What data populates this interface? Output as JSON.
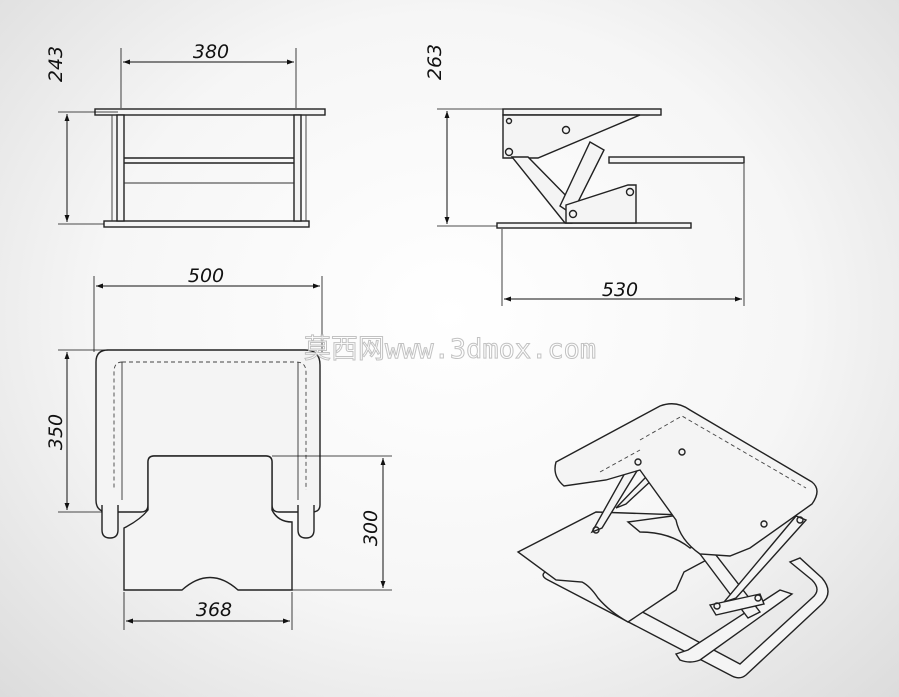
{
  "dimensions": {
    "side_width": "380",
    "side_height": "243",
    "front_height": "263",
    "front_width": "530",
    "top_width": "500",
    "top_depth": "350",
    "top_front_depth": "300",
    "top_front_width": "368"
  },
  "watermark": "莫西网www.3dmox.com",
  "colors": {
    "line": "#222222",
    "paper": "#f6f6f6"
  }
}
